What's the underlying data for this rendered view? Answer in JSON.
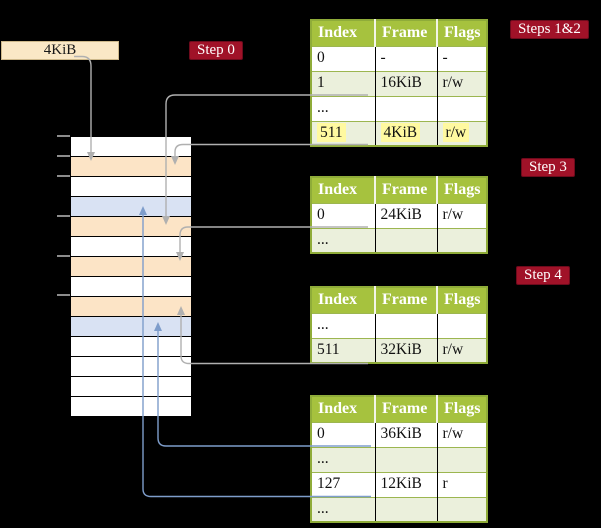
{
  "colors": {
    "bg": "#000000",
    "crimson": "#A01228",
    "crimson-border": "#6E0A1C",
    "olive": "#A6C23E",
    "olive-border": "#8FAC39",
    "olive-line": "#9CB650",
    "ltgreen": "#EBF0DC",
    "peach": "#FCE4C6",
    "blue-row": "#D9E2F3",
    "cream": "#FAE8C6",
    "cream-border": "#CDB88A",
    "hl": "#FFF9A0",
    "gray-line": "#B0B0B0",
    "blue-line": "#7E9DCB",
    "tick": "#8C8C8C"
  },
  "legend": {
    "label": "4KiB"
  },
  "badges": {
    "step0": "Step 0",
    "steps12": "Steps 1&2",
    "step3": "Step 3",
    "step4": "Step 4"
  },
  "tables": {
    "t1": {
      "headers": [
        "Index",
        "Frame",
        "Flags"
      ],
      "rows": [
        [
          "0",
          "-",
          "-"
        ],
        [
          "1",
          "16KiB",
          "r/w"
        ],
        [
          "...",
          "",
          ""
        ],
        [
          "511",
          "4KiB",
          "r/w"
        ]
      ]
    },
    "t2": {
      "headers": [
        "Index",
        "Frame",
        "Flags"
      ],
      "rows": [
        [
          "0",
          "24KiB",
          "r/w"
        ],
        [
          "...",
          "",
          ""
        ]
      ]
    },
    "t3": {
      "headers": [
        "Index",
        "Frame",
        "Flags"
      ],
      "rows": [
        [
          "...",
          "",
          ""
        ],
        [
          "511",
          "32KiB",
          "r/w"
        ]
      ]
    },
    "t4": {
      "headers": [
        "Index",
        "Frame",
        "Flags"
      ],
      "rows": [
        [
          "0",
          "36KiB",
          "r/w"
        ],
        [
          "...",
          "",
          ""
        ],
        [
          "127",
          "12KiB",
          "r"
        ],
        [
          "...",
          "",
          ""
        ]
      ]
    }
  },
  "memory": {
    "row_colors": [
      "white",
      "peach",
      "white",
      "blue",
      "peach",
      "white",
      "peach",
      "white",
      "peach",
      "blue",
      "white",
      "white",
      "white",
      "white"
    ]
  }
}
